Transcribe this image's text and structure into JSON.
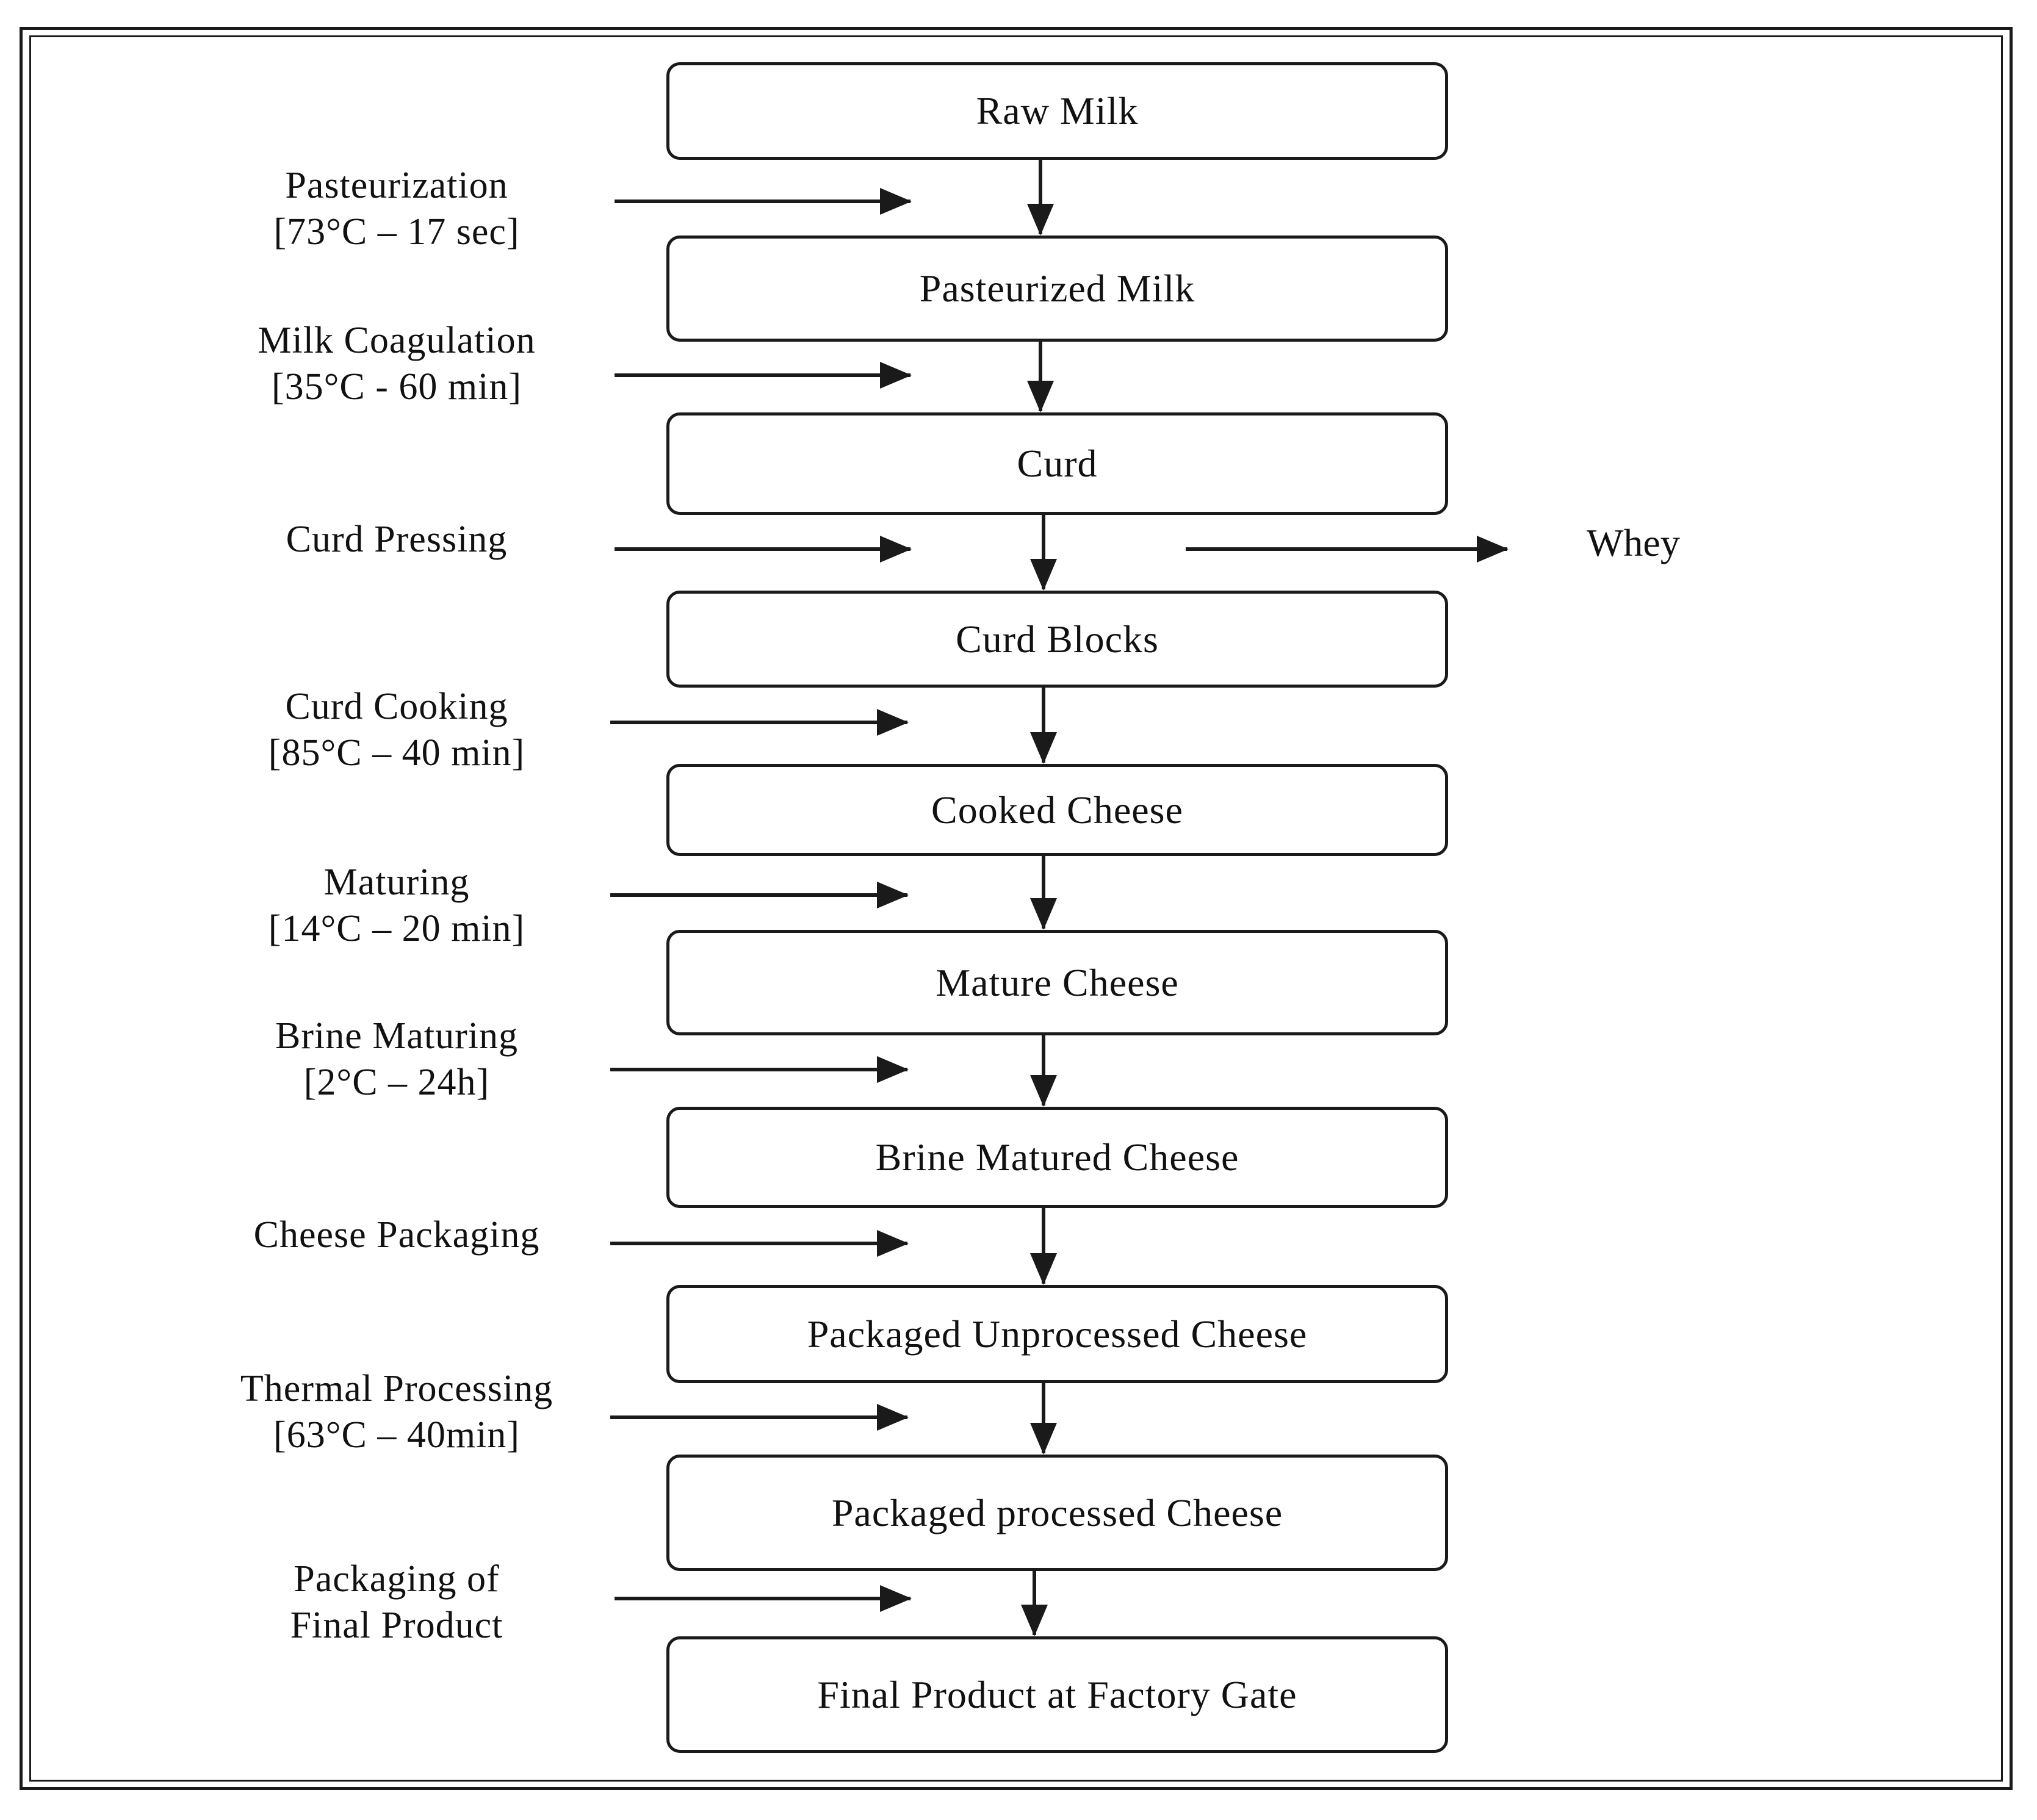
{
  "products": [
    "Raw Milk",
    "Pasteurized Milk",
    "Curd",
    "Curd Blocks",
    "Cooked Cheese",
    "Mature Cheese",
    "Brine Matured Cheese",
    "Packaged Unprocessed Cheese",
    "Packaged processed Cheese",
    "Final Product at Factory Gate"
  ],
  "steps": [
    {
      "name": "Pasteurization",
      "condition": "[73°C – 17 sec]"
    },
    {
      "name": "Milk Coagulation",
      "condition": "[35°C - 60 min]"
    },
    {
      "name": "Curd Pressing",
      "condition": ""
    },
    {
      "name": "Curd Cooking",
      "condition": "[85°C – 40 min]"
    },
    {
      "name": "Maturing",
      "condition": "[14°C – 20 min]"
    },
    {
      "name": "Brine Maturing",
      "condition": "[2°C – 24h]"
    },
    {
      "name": "Cheese Packaging",
      "condition": ""
    },
    {
      "name": "Thermal Processing",
      "condition": "[63°C – 40min]"
    },
    {
      "name": "Packaging of",
      "condition": "Final Product"
    }
  ],
  "byproduct": "Whey"
}
